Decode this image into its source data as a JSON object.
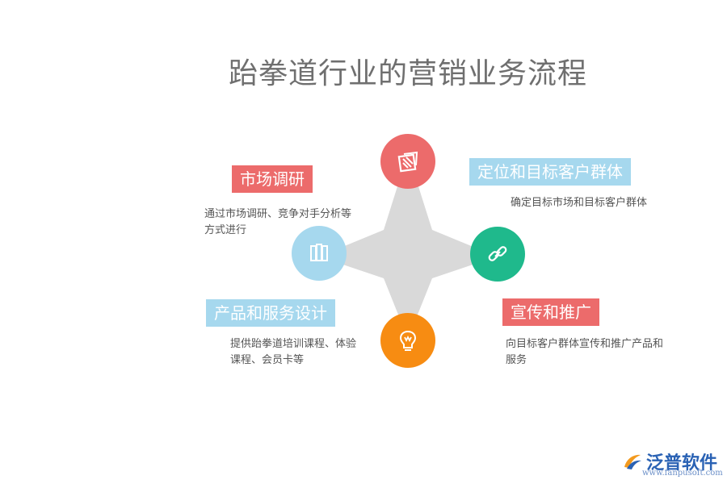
{
  "title": "跆拳道行业的营销业务流程",
  "steps": [
    {
      "label": "市场调研",
      "desc_lines": [
        "通过市场调研、竞争对手分析等",
        "方式进行"
      ],
      "icon": "columns-icon",
      "color": "#a6d8ee"
    },
    {
      "label": "定位和目标客户群体",
      "desc_lines": [
        "确定目标市场和目标客户群体"
      ],
      "icon": "square-hatch-icon",
      "color": "#ec6b6b"
    },
    {
      "label": "宣传和推广",
      "desc_lines": [
        "向目标客户群体宣传和推广产品和",
        "服务"
      ],
      "icon": "link-icon",
      "color": "#1fb98c"
    },
    {
      "label": "产品和服务设计",
      "desc_lines": [
        "提供跆拳道培训课程、体验",
        "课程、会员卡等"
      ],
      "icon": "lightbulb-icon",
      "color": "#f78c12"
    }
  ],
  "colors": {
    "star": "#d9d9d9",
    "tag_red": "#ec6b6b",
    "tag_blue": "#a6d8ee"
  },
  "logo": {
    "name": "泛普软件",
    "url": "www.fanpusoft.com"
  }
}
